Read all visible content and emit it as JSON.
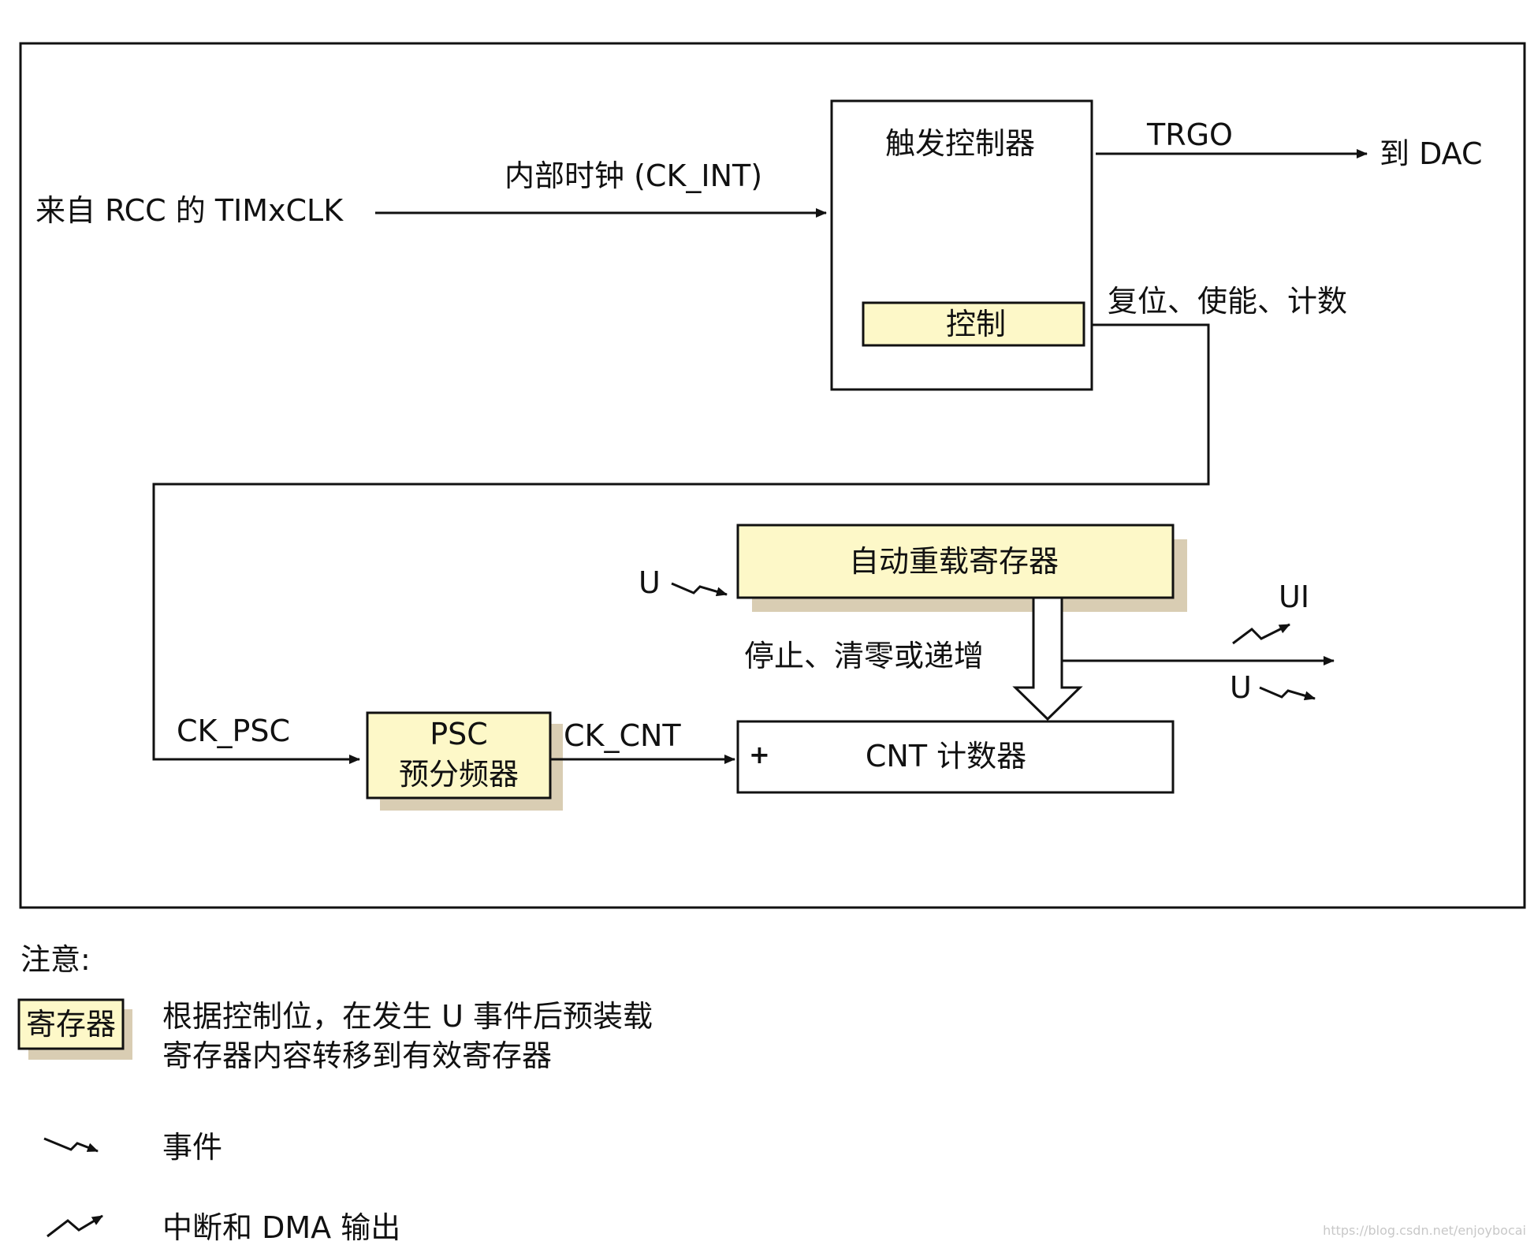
{
  "diagram": {
    "source_label": "来自 RCC 的 TIMxCLK",
    "internal_clock_label": "内部时钟 (CK_INT)",
    "trigger_controller_label": "触发控制器",
    "control_label": "控制",
    "trgo_label": "TRGO",
    "dac_label": "到 DAC",
    "reset_enable_count_label": "复位、使能、计数",
    "auto_reload_label": "自动重载寄存器",
    "u_event_in_label": "U",
    "ui_label": "UI",
    "u_event_out_label": "U",
    "stop_clear_label": "停止、清零或递增",
    "ck_psc_label": "CK_PSC",
    "psc_label": "PSC",
    "prescaler_label": "预分频器",
    "ck_cnt_label": "CK_CNT",
    "plus_label": "+",
    "cnt_label": "CNT 计数器",
    "watermark": "https://blog.csdn.net/enjoybocai"
  },
  "legend": {
    "title": "注意:",
    "register_box_label": "寄存器",
    "register_desc_line1": "根据控制位，在发生 U 事件后预装载",
    "register_desc_line2": "寄存器内容转移到有效寄存器",
    "event_label": "事件",
    "interrupt_label": "中断和 DMA 输出"
  },
  "colors": {
    "register_fill": "#fdf8c8",
    "register_shadow": "#d9cdb3",
    "line": "#111111"
  }
}
